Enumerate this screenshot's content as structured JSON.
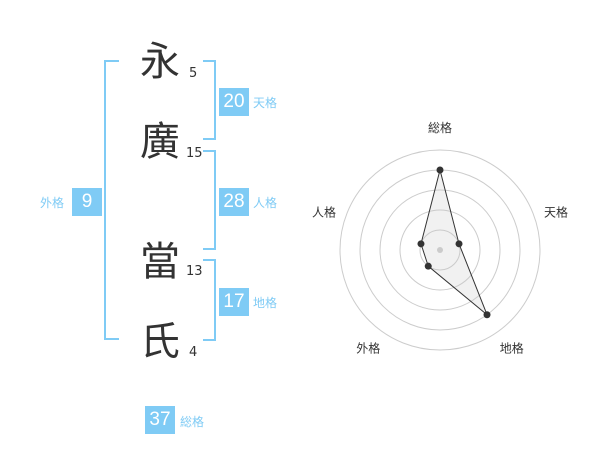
{
  "name_chars": [
    {
      "char": "永",
      "strokes": "5"
    },
    {
      "char": "廣",
      "strokes": "15"
    },
    {
      "char": "當",
      "strokes": "13"
    },
    {
      "char": "氏",
      "strokes": "4"
    }
  ],
  "fortune": {
    "tenkaku": {
      "value": "20",
      "label": "天格"
    },
    "jinkaku": {
      "value": "28",
      "label": "人格"
    },
    "chikaku": {
      "value": "17",
      "label": "地格"
    },
    "gaikaku": {
      "value": "9",
      "label": "外格"
    },
    "soukaku": {
      "value": "37",
      "label": "総格"
    }
  },
  "colors": {
    "accent": "#7fcbf5",
    "text": "#333333"
  },
  "chart_data": {
    "type": "radar",
    "axes": [
      "総格",
      "天格",
      "地格",
      "外格",
      "人格"
    ],
    "values": [
      4,
      1,
      4,
      1,
      1
    ],
    "rmax": 5,
    "rings": 5
  }
}
